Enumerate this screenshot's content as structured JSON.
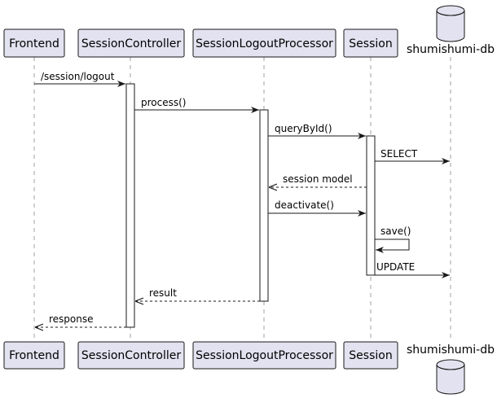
{
  "colors": {
    "participant_fill": "#e2e2f0",
    "participant_border": "#181818",
    "lifeline": "#a0a0a0",
    "activation_fill": "#ffffff",
    "arrow": "#181818",
    "background": "#ffffff"
  },
  "participants": [
    {
      "id": "frontend",
      "name": "Frontend",
      "kind": "participant"
    },
    {
      "id": "session-controller",
      "name": "SessionController",
      "kind": "participant"
    },
    {
      "id": "session-logout-processor",
      "name": "SessionLogoutProcessor",
      "kind": "participant"
    },
    {
      "id": "session",
      "name": "Session",
      "kind": "participant"
    },
    {
      "id": "shumishumi-db",
      "name": "shumishumi-db",
      "kind": "database"
    }
  ],
  "messages": [
    {
      "from": "frontend",
      "to": "session-controller",
      "label": "/session/logout",
      "style": "solid"
    },
    {
      "from": "session-controller",
      "to": "session-logout-processor",
      "label": "process()",
      "style": "solid"
    },
    {
      "from": "session-logout-processor",
      "to": "session",
      "label": "queryById()",
      "style": "solid"
    },
    {
      "from": "session",
      "to": "shumishumi-db",
      "label": "SELECT",
      "style": "solid"
    },
    {
      "from": "session",
      "to": "session-logout-processor",
      "label": "session model",
      "style": "dashed"
    },
    {
      "from": "session-logout-processor",
      "to": "session",
      "label": "deactivate()",
      "style": "solid"
    },
    {
      "from": "session",
      "to": "session",
      "label": "save()",
      "style": "self"
    },
    {
      "from": "session",
      "to": "shumishumi-db",
      "label": "UPDATE",
      "style": "solid"
    },
    {
      "from": "session-logout-processor",
      "to": "session-controller",
      "label": "result",
      "style": "dashed"
    },
    {
      "from": "session-controller",
      "to": "frontend",
      "label": "response",
      "style": "dashed"
    }
  ]
}
